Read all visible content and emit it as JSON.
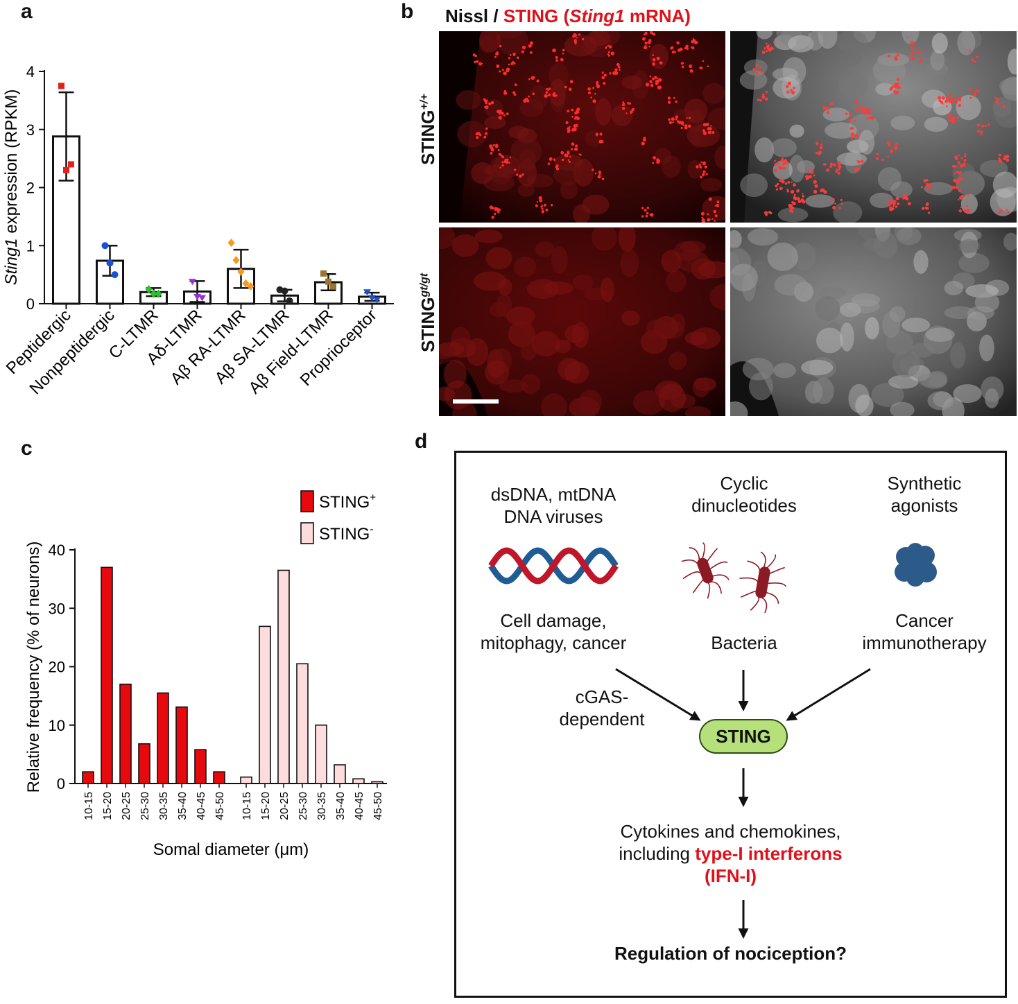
{
  "panels": {
    "a": "a",
    "b": "b",
    "c": "c",
    "d": "d"
  },
  "chart_data": [
    {
      "type": "bar",
      "panel": "a",
      "categories": [
        "Peptidergic",
        "Nonpeptidergic",
        "C-LTMR",
        "Aδ-LTMR",
        "Aβ RA-LTMR",
        "Aβ SA-LTMR",
        "Aβ Field-LTMR",
        "Proprioceptor"
      ],
      "values": [
        2.88,
        0.74,
        0.2,
        0.21,
        0.6,
        0.14,
        0.37,
        0.12
      ],
      "errors": [
        0.76,
        0.26,
        0.07,
        0.18,
        0.33,
        0.1,
        0.14,
        0.07
      ],
      "points": [
        [
          3.75,
          2.3,
          2.4
        ],
        [
          1.0,
          0.7,
          0.5
        ],
        [
          0.25,
          0.17,
          0.17
        ],
        [
          0.38,
          0.12,
          0.1
        ],
        [
          1.05,
          0.75,
          0.55,
          0.35,
          0.3
        ],
        [
          0.24,
          0.22,
          0.05
        ],
        [
          0.52,
          0.38,
          0.3
        ],
        [
          0.2,
          0.1,
          0.07
        ]
      ],
      "point_colors": [
        "#e3211c",
        "#1c4fd1",
        "#2ec02e",
        "#9b30d9",
        "#f29b1d",
        "#222222",
        "#9b7530",
        "#1c4fd1"
      ],
      "point_shapes": [
        "square",
        "circle",
        "diamond",
        "triangle-down",
        "diamond",
        "circle",
        "square",
        "triangle-down"
      ],
      "ylabel_italic": "Sting1",
      "ylabel_rest": " expression (RPKM)",
      "ylim": [
        0,
        4
      ],
      "yticks": [
        0,
        1,
        2,
        3,
        4
      ]
    },
    {
      "type": "bar",
      "panel": "c",
      "categories": [
        "10-15",
        "15-20",
        "20-25",
        "25-30",
        "30-35",
        "35-40",
        "40-45",
        "45-50"
      ],
      "series": [
        {
          "name": "STING",
          "sup": "+",
          "color": "#e8090f",
          "values": [
            2,
            37,
            17,
            6.8,
            15.5,
            13.1,
            5.8,
            2
          ]
        },
        {
          "name": "STING",
          "sup": "-",
          "color": "#fcdcdd",
          "values": [
            1.1,
            26.9,
            36.5,
            20.5,
            10,
            3.2,
            0.8,
            0.3
          ]
        }
      ],
      "xlabel": "Somal diameter (μm)",
      "ylabel": "Relative frequency (% of neurons)",
      "ylim": [
        0,
        40
      ],
      "yticks": [
        0,
        10,
        20,
        30,
        40
      ],
      "legend": "top-right"
    }
  ],
  "micrographs": {
    "title_black": "Nissl / ",
    "title_red_1": "STING (",
    "title_red_italic": "Sting1",
    "title_red_2": " mRNA)",
    "row1_label": "STING",
    "row1_sup": "+/+",
    "row2_label": "STING",
    "row2_sup": "gt/gt"
  },
  "pathway": {
    "source1_title": "dsDNA, mtDNA\nDNA viruses",
    "source1_desc": "Cell damage,\nmitophagy, cancer",
    "source2_title": "Cyclic\ndinucleotides",
    "source2_desc": "Bacteria",
    "source3_title": "Synthetic\nagonists",
    "source3_desc": "Cancer\nimmunotherapy",
    "cgas_label": "cGAS-\ndependent",
    "sting": "STING",
    "outcome_line1": "Cytokines and chemokines,",
    "outcome_prefix": "including ",
    "outcome_red1": "type-I interferons",
    "outcome_red2": "(IFN-I)",
    "question": "Regulation of nociception?",
    "colors": {
      "dna_red": "#c0162a",
      "dna_blue": "#1f5c94",
      "bacteria": "#8b1a24",
      "agonist": "#2c5b8a",
      "highlight": "#e0101a"
    }
  }
}
